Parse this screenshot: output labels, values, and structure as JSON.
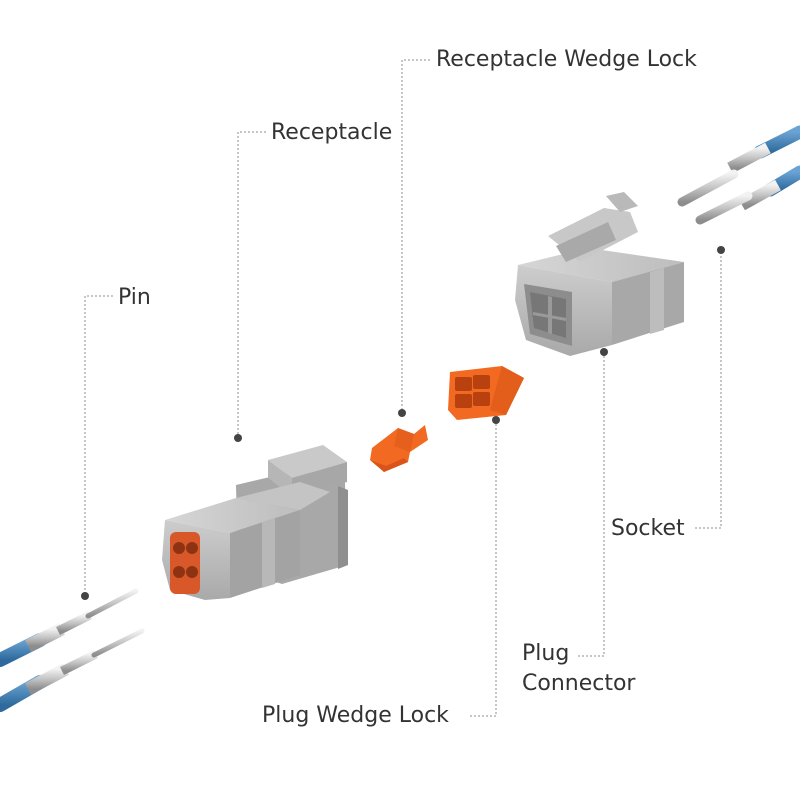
{
  "labels": {
    "receptacle_wedge_lock": "Receptacle Wedge Lock",
    "receptacle": "Receptacle",
    "pin": "Pin",
    "socket": "Socket",
    "plug_connector_line1": "Plug",
    "plug_connector_line2": "Connector",
    "plug_wedge_lock": "Plug Wedge Lock"
  },
  "colors": {
    "housing_gray": "#b9b9b9",
    "housing_dark": "#9c9c9c",
    "housing_light": "#cfcfcf",
    "wedge_orange": "#f26a21",
    "wedge_orange_dark": "#d9531a",
    "wire_blue": "#3f7fb5",
    "leader_line": "#888888",
    "label_text": "#333333"
  }
}
